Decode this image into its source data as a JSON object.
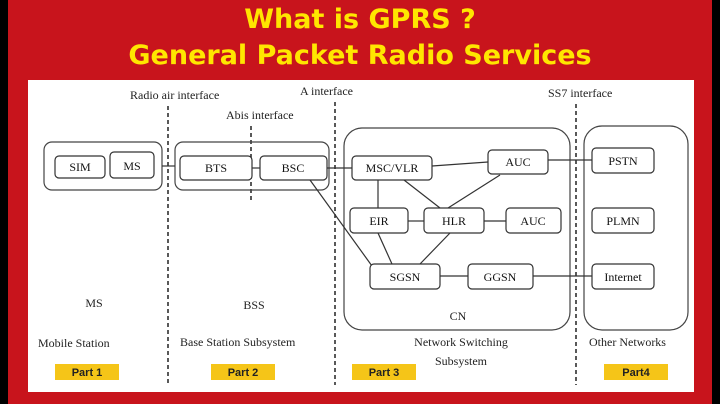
{
  "title_line1": "What is GPRS ?",
  "title_line2": "General Packet Radio Services",
  "interfaces": {
    "radio_air": "Radio air interface",
    "abis": "Abis interface",
    "a": "A interface",
    "ss7": "SS7 interface"
  },
  "nodes": {
    "sim": "SIM",
    "ms": "MS",
    "bts": "BTS",
    "bsc": "BSC",
    "msc_vlr": "MSC/VLR",
    "auc1": "AUC",
    "eir": "EIR",
    "hlr": "HLR",
    "auc2": "AUC",
    "sgsn": "SGSN",
    "ggsn": "GGSN",
    "pstn": "PSTN",
    "plmn": "PLMN",
    "internet": "Internet"
  },
  "group_labels": {
    "ms_short": "MS",
    "bss_short": "BSS",
    "cn_short": "CN"
  },
  "section_labels": {
    "mobile_station": "Mobile Station",
    "bss": "Base Station Subsystem",
    "nss_line1": "Network Switching",
    "nss_line2": "Subsystem",
    "other": "Other Networks"
  },
  "parts": [
    "Part 1",
    "Part 2",
    "Part 3",
    "Part4"
  ],
  "colors": {
    "banner": "#c8141c",
    "title": "#ffe600",
    "part_tag": "#f5c518"
  }
}
